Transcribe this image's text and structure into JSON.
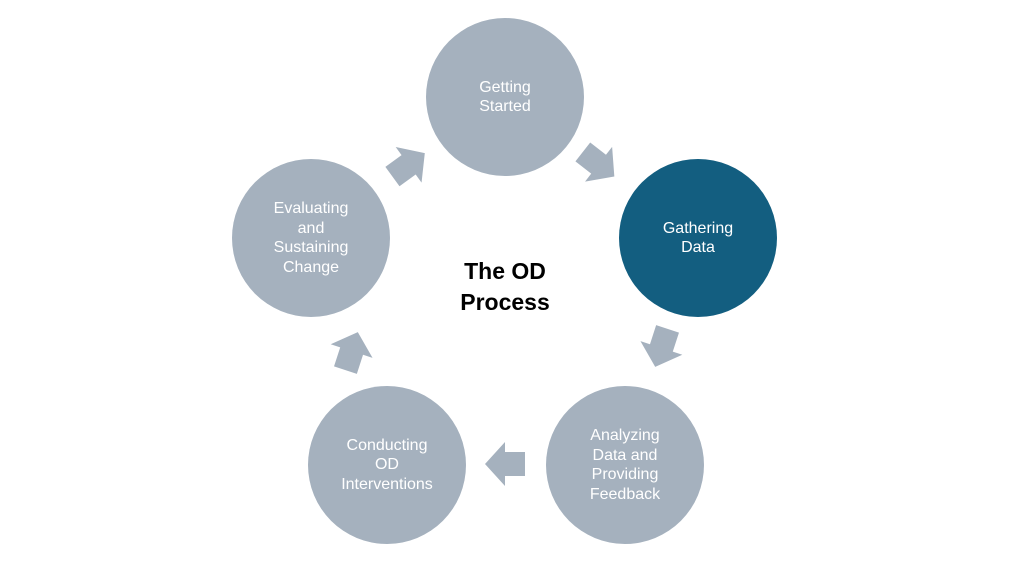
{
  "diagram": {
    "title": "The OD\nProcess",
    "colors": {
      "node": "#a5b1be",
      "active_node": "#135e80",
      "arrow": "#a5b1be",
      "node_text": "#ffffff",
      "title_text": "#000000"
    },
    "steps": [
      {
        "label": "Getting\nStarted",
        "active": false
      },
      {
        "label": "Gathering\nData",
        "active": true
      },
      {
        "label": "Analyzing\nData and\nProviding\nFeedback",
        "active": false
      },
      {
        "label": "Conducting\nOD\nInterventions",
        "active": false
      },
      {
        "label": "Evaluating\nand\nSustaining\nChange",
        "active": false
      }
    ],
    "arrows": [
      {
        "from": "Getting Started",
        "to": "Gathering Data",
        "icon": "arrow-down-right-icon"
      },
      {
        "from": "Gathering Data",
        "to": "Analyzing Data and Providing Feedback",
        "icon": "arrow-down-icon"
      },
      {
        "from": "Analyzing Data and Providing Feedback",
        "to": "Conducting OD Interventions",
        "icon": "arrow-left-icon"
      },
      {
        "from": "Conducting OD Interventions",
        "to": "Evaluating and Sustaining Change",
        "icon": "arrow-up-icon"
      },
      {
        "from": "Evaluating and Sustaining Change",
        "to": "Getting Started",
        "icon": "arrow-up-right-icon"
      }
    ]
  }
}
